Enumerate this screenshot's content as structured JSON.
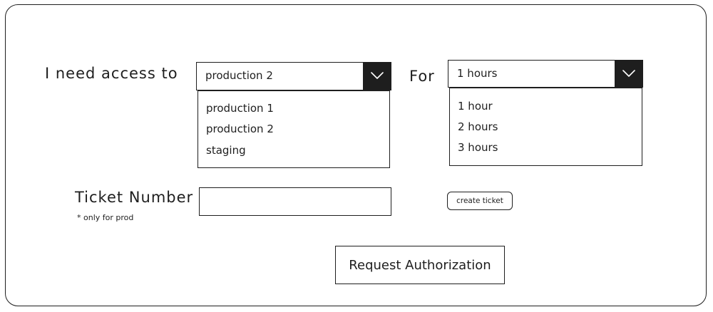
{
  "access": {
    "label": "I need access to",
    "selected": "production 2",
    "options": [
      "production 1",
      "production 2",
      "staging"
    ]
  },
  "duration": {
    "label": "For",
    "selected": "1 hours",
    "options": [
      "1 hour",
      "2 hours",
      "3 hours"
    ]
  },
  "ticket": {
    "label": "Ticket Number",
    "value": "",
    "note": "* only for prod",
    "create_button_label": "create ticket"
  },
  "submit": {
    "label": "Request Authorization"
  },
  "colors": {
    "ink": "#1e1e1e",
    "background": "#ffffff"
  }
}
